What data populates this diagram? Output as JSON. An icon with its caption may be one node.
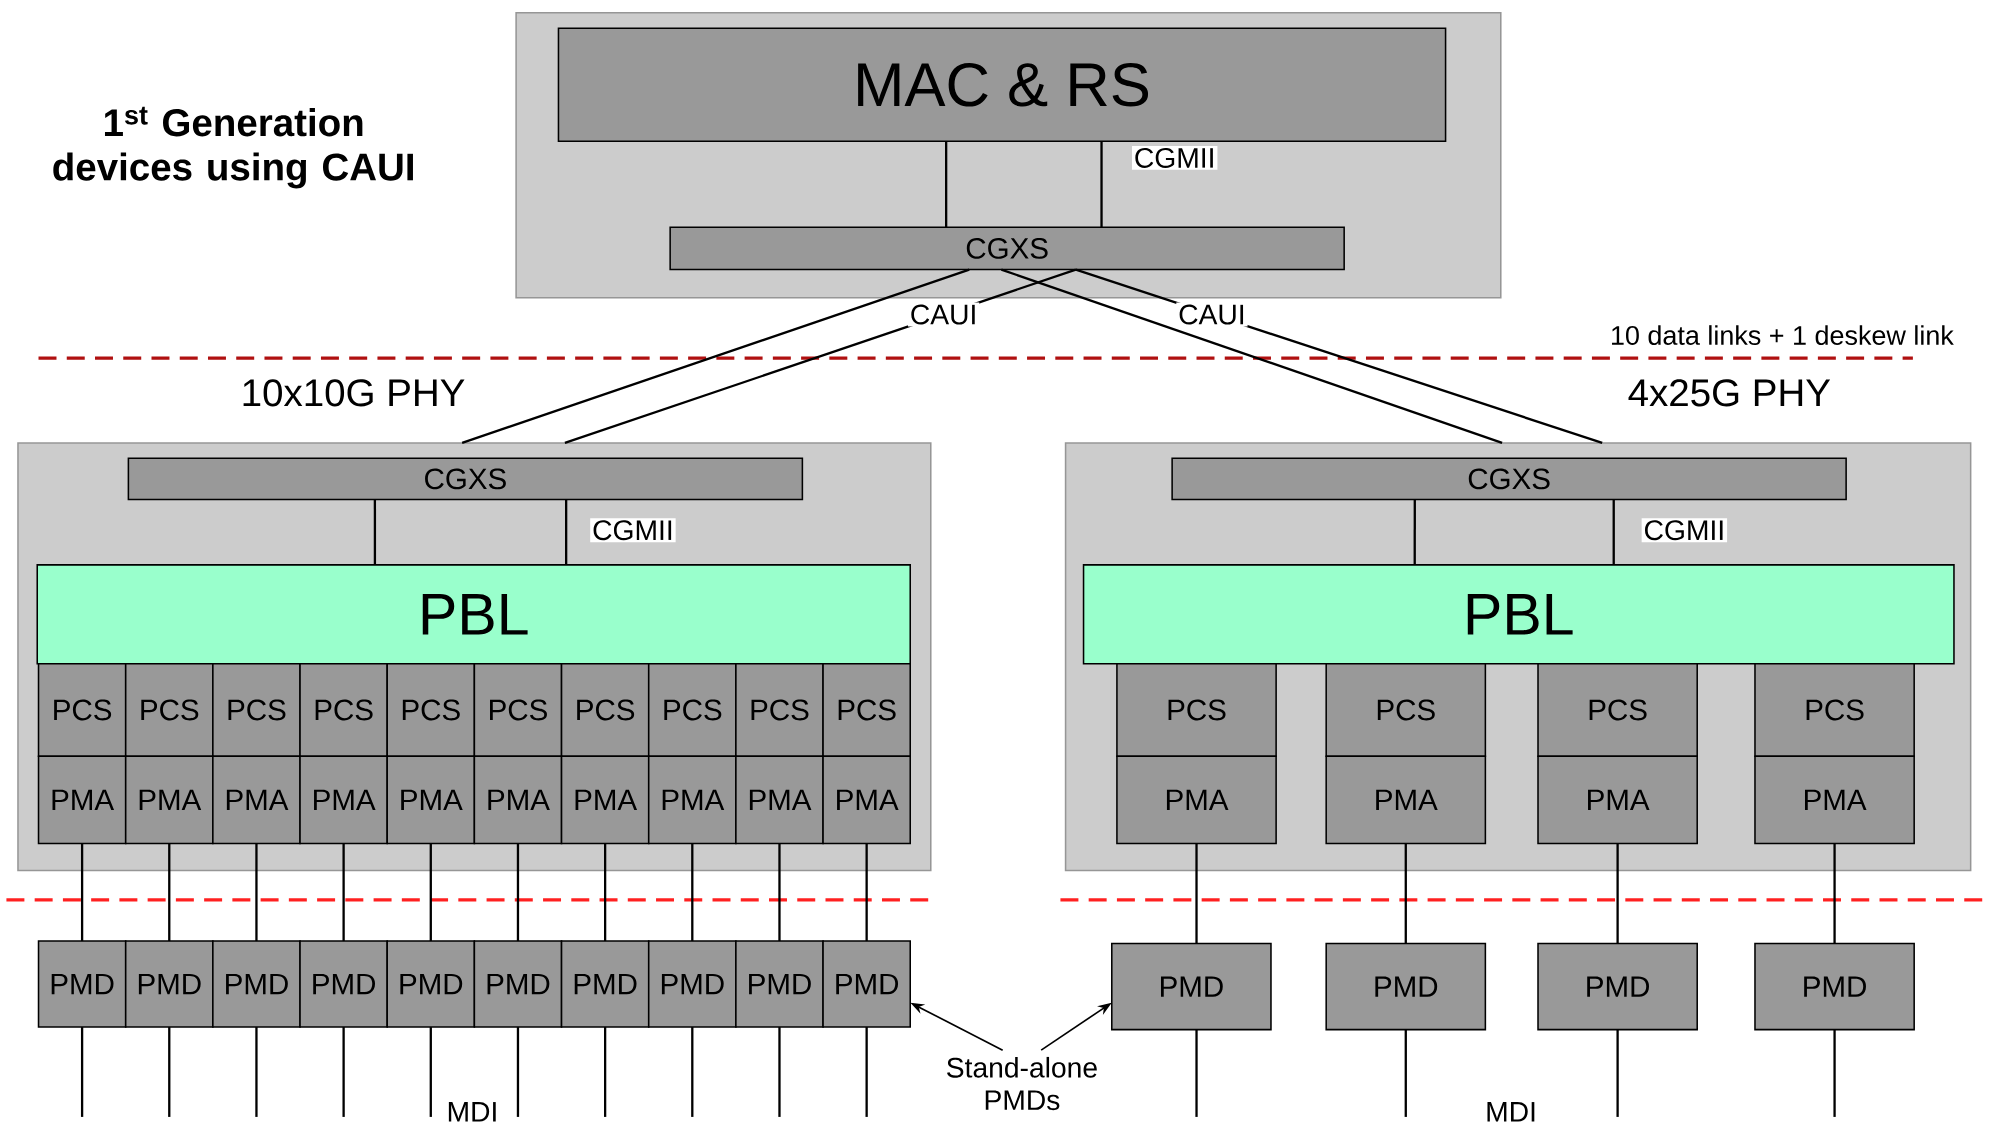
{
  "diagram": {
    "title": "1$^{st}$ Generation devices using CAUI",
    "nodes": [
      {
        "text": [],
        "shape": "box"
      },
      {
        "text": [
          "MAC & RS"
        ],
        "in": 0
      },
      {
        "text": [
          "CGXS"
        ],
        "in": 0
      },
      {
        "text": [
          "10x10G PHY"
        ]
      },
      {
        "text": [
          "CGXS"
        ],
        "in": 3
      },
      {
        "text": [
          "PBL"
        ],
        "in": 3
      },
      {
        "text": [
          "PCS"
        ],
        "in": 3
      },
      {
        "text": [
          "PCS"
        ],
        "in": 3
      },
      {
        "text": [
          "PCS"
        ],
        "in": 3
      },
      {
        "text": [
          "PCS"
        ],
        "in": 3
      },
      {
        "text": [
          "PCS"
        ],
        "in": 3
      },
      {
        "text": [
          "PCS"
        ],
        "in": 3
      },
      {
        "text": [
          "PCS"
        ],
        "in": 3
      },
      {
        "text": [
          "PCS"
        ],
        "in": 3
      },
      {
        "text": [
          "PCS"
        ],
        "in": 3
      },
      {
        "text": [
          "PCS"
        ],
        "in": 3
      },
      {
        "text": [
          "PMA"
        ],
        "in": 3
      },
      {
        "text": [
          "PMA"
        ],
        "in": 3
      },
      {
        "text": [
          "PMA"
        ],
        "in": 3
      },
      {
        "text": [
          "PMA"
        ],
        "in": 3
      },
      {
        "text": [
          "PMA"
        ],
        "in": 3
      },
      {
        "text": [
          "PMA"
        ],
        "in": 3
      },
      {
        "text": [
          "PMA"
        ],
        "in": 3
      },
      {
        "text": [
          "PMA"
        ],
        "in": 3
      },
      {
        "text": [
          "PMA"
        ],
        "in": 3
      },
      {
        "text": [
          "PMA"
        ],
        "in": 3
      },
      {
        "text": [
          "4x25G PHY"
        ]
      },
      {
        "text": [
          "CGXS"
        ],
        "in": 26
      },
      {
        "text": [
          "PBL"
        ],
        "in": 26
      },
      {
        "text": [
          "PCS"
        ],
        "in": 26
      },
      {
        "text": [
          "PCS"
        ],
        "in": 26
      },
      {
        "text": [
          "PCS"
        ],
        "in": 26
      },
      {
        "text": [
          "PCS"
        ],
        "in": 26
      },
      {
        "text": [
          "PMA"
        ],
        "in": 26
      },
      {
        "text": [
          "PMA"
        ],
        "in": 26
      },
      {
        "text": [
          "PMA"
        ],
        "in": 26
      },
      {
        "text": [
          "PMA"
        ],
        "in": 26
      },
      {
        "text": [
          "PMD"
        ]
      },
      {
        "text": [
          "PMD"
        ]
      },
      {
        "text": [
          "PMD"
        ]
      },
      {
        "text": [
          "PMD"
        ]
      },
      {
        "text": [
          "PMD"
        ]
      },
      {
        "text": [
          "PMD"
        ]
      },
      {
        "text": [
          "PMD"
        ]
      },
      {
        "text": [
          "PMD"
        ]
      },
      {
        "text": [
          "PMD"
        ]
      },
      {
        "text": [
          "PMD"
        ]
      },
      {
        "text": [
          "PMD"
        ]
      },
      {
        "text": [
          "PMD"
        ]
      },
      {
        "text": [
          "PMD"
        ]
      },
      {
        "text": [
          "PMD"
        ]
      },
      {
        "text": [
          "Stand-alone PMDs"
        ]
      }
    ],
    "edges": [
      {
        "from": 1,
        "to": 2,
        "arrow": "none"
      },
      {
        "from": 1,
        "to": 2,
        "arrow": "none",
        "label": "CGMII"
      },
      {
        "from": 2,
        "to": 3,
        "arrow": "none"
      },
      {
        "from": 2,
        "to": 3,
        "arrow": "none",
        "label": "CAUI"
      },
      {
        "from": 2,
        "to": 26,
        "arrow": "none"
      },
      {
        "from": 2,
        "to": 26,
        "arrow": "none",
        "label": "CAUI"
      },
      {
        "from": 4,
        "to": 5,
        "arrow": "none"
      },
      {
        "from": 4,
        "to": 5,
        "arrow": "none",
        "label": "CGMII"
      },
      {
        "from": 27,
        "to": 28,
        "arrow": "none"
      },
      {
        "from": 27,
        "to": 28,
        "arrow": "none",
        "label": "CGMII"
      },
      {
        "from": 16,
        "to": 37,
        "arrow": "none"
      },
      {
        "from": 17,
        "to": 38,
        "arrow": "none"
      },
      {
        "from": 18,
        "to": 39,
        "arrow": "none"
      },
      {
        "from": 19,
        "to": 40,
        "arrow": "none"
      },
      {
        "from": 20,
        "to": 41,
        "arrow": "none"
      },
      {
        "from": 21,
        "to": 42,
        "arrow": "none"
      },
      {
        "from": 22,
        "to": 43,
        "arrow": "none"
      },
      {
        "from": 23,
        "to": 44,
        "arrow": "none"
      },
      {
        "from": 24,
        "to": 45,
        "arrow": "none"
      },
      {
        "from": 25,
        "to": 46,
        "arrow": "none"
      },
      {
        "from": 33,
        "to": 47,
        "arrow": "none"
      },
      {
        "from": 34,
        "to": 48,
        "arrow": "none"
      },
      {
        "from": 35,
        "to": 49,
        "arrow": "none"
      },
      {
        "from": 36,
        "to": 50,
        "arrow": "none"
      },
      {
        "from": 37,
        "to": null,
        "arrow": "none"
      },
      {
        "from": 38,
        "to": null,
        "arrow": "none"
      },
      {
        "from": 39,
        "to": null,
        "arrow": "none"
      },
      {
        "from": 40,
        "to": null,
        "arrow": "none"
      },
      {
        "from": 41,
        "to": null,
        "arrow": "none"
      },
      {
        "from": 42,
        "to": null,
        "arrow": "none"
      },
      {
        "from": 43,
        "to": null,
        "arrow": "none"
      },
      {
        "from": 44,
        "to": null,
        "arrow": "none"
      },
      {
        "from": 45,
        "to": null,
        "arrow": "none"
      },
      {
        "from": 46,
        "to": null,
        "arrow": "none"
      },
      {
        "from": 47,
        "to": null,
        "arrow": "none"
      },
      {
        "from": 48,
        "to": null,
        "arrow": "none"
      },
      {
        "from": 49,
        "to": null,
        "arrow": "none"
      },
      {
        "from": 50,
        "to": null,
        "arrow": "none"
      },
      {
        "from": 51,
        "to": 46,
        "arrow": "to"
      },
      {
        "from": 51,
        "to": 47,
        "arrow": "to"
      }
    ],
    "labels": [
      "10 data links + 1 deskew link",
      "MDI",
      "MDI"
    ]
  }
}
